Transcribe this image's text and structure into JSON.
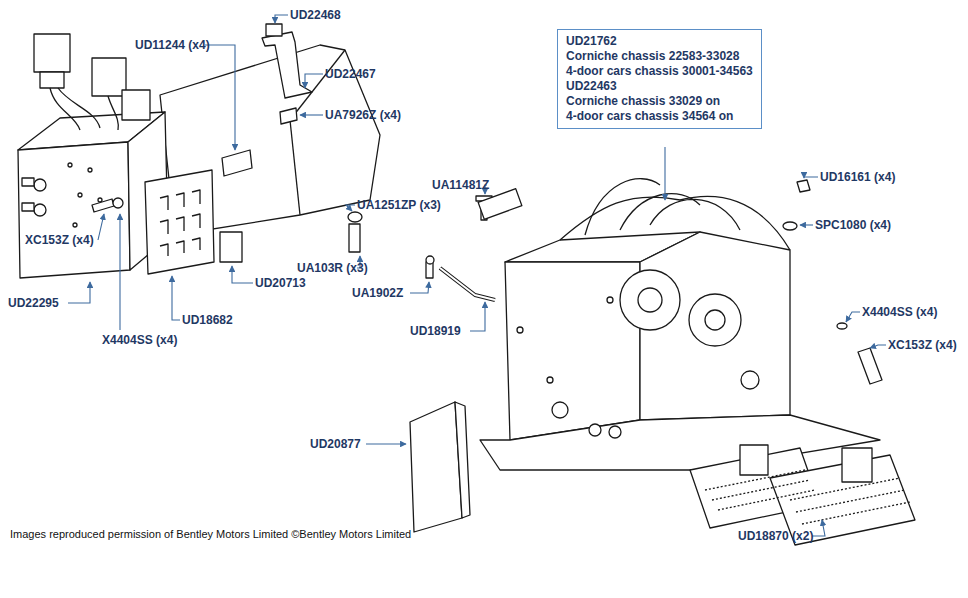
{
  "diagram": {
    "nodes": [
      {
        "text": [
          "UD21762",
          "Corniche chassis 22583-33028",
          "4-door cars chassis 30001-34563",
          "UD22463",
          "Corniche chassis 33029 on",
          "4-door cars chassis 34564 on"
        ]
      }
    ],
    "edges": [],
    "labels": [
      "UD22468",
      "UD11244 (x4)",
      "UD22467",
      "UA7926Z (x4)",
      "UA11481Z",
      "UA1251ZP (x3)",
      "XC153Z (x4)",
      "UA103R (x3)",
      "UD20713",
      "UD22295",
      "UD18682",
      "X4404SS (x4)",
      "UA1902Z",
      "UD18919",
      "UD16161 (x4)",
      "SPC1080 (x4)",
      "X4404SS (x4)",
      "XC153Z (x4)",
      "UD20877",
      "UD18870 (x2)",
      "Images reproduced permission of Bentley Motors Limited ©Bentley Motors Limited"
    ]
  }
}
